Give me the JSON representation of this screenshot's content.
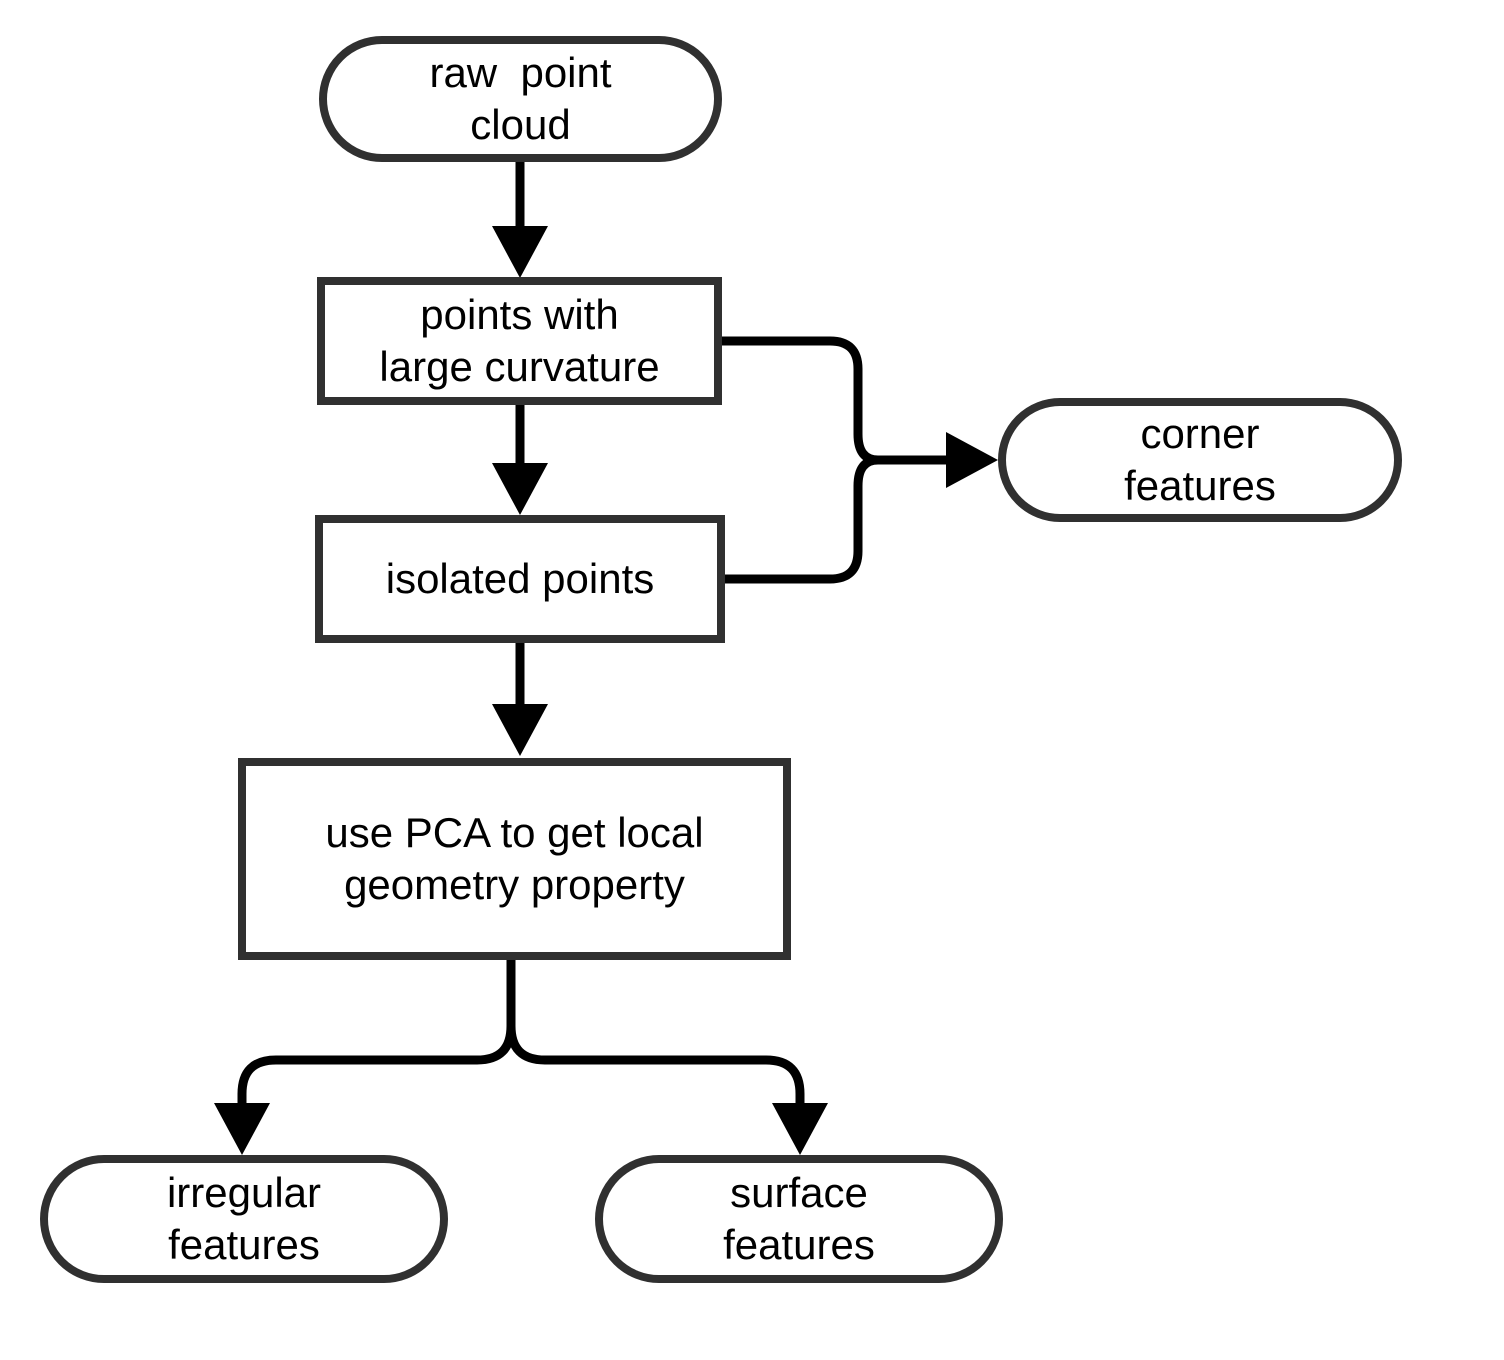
{
  "diagram": {
    "type": "flowchart",
    "background_color": "#ffffff",
    "node_border_color": "#303030",
    "connector_color": "#000000",
    "text_color": "#000000",
    "nodes": {
      "raw_point_cloud": {
        "label": "raw  point\ncloud",
        "shape": "stadium"
      },
      "points_with_large_curvature": {
        "label": "points with\nlarge curvature",
        "shape": "rectangle"
      },
      "isolated_points": {
        "label": "isolated points",
        "shape": "rectangle"
      },
      "use_pca": {
        "label": "use PCA to get local\ngeometry property",
        "shape": "rectangle"
      },
      "corner_features": {
        "label": "corner\nfeatures",
        "shape": "stadium"
      },
      "irregular_features": {
        "label": "irregular\nfeatures",
        "shape": "stadium"
      },
      "surface_features": {
        "label": "surface\nfeatures",
        "shape": "stadium"
      }
    },
    "edges": [
      {
        "from": "raw_point_cloud",
        "to": "points_with_large_curvature"
      },
      {
        "from": "points_with_large_curvature",
        "to": "isolated_points"
      },
      {
        "from": "points_with_large_curvature",
        "to": "corner_features"
      },
      {
        "from": "isolated_points",
        "to": "corner_features"
      },
      {
        "from": "isolated_points",
        "to": "use_pca"
      },
      {
        "from": "use_pca",
        "to": "irregular_features"
      },
      {
        "from": "use_pca",
        "to": "surface_features"
      }
    ]
  }
}
